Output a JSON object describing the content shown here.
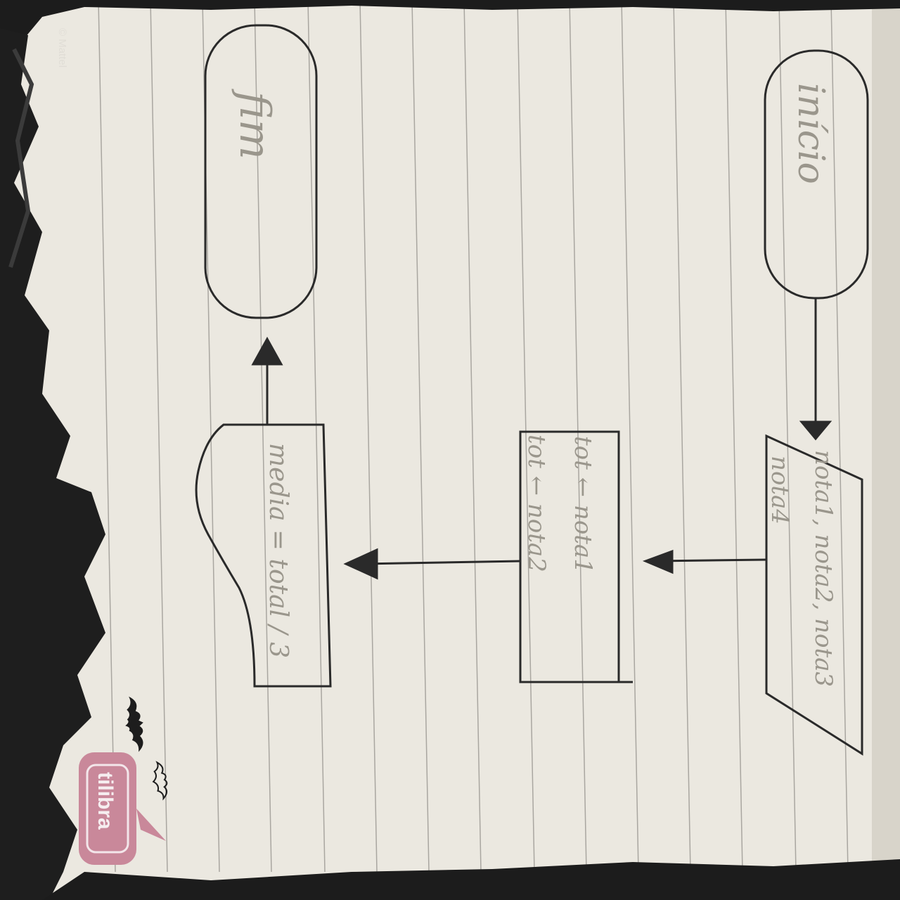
{
  "notebook": {
    "copyright": "© Mattel",
    "brand": "tilibra"
  },
  "flowchart": {
    "start_label": "início",
    "input_label_line1": "nota1, nota2, nota3",
    "input_label_line2": "nota4",
    "process_line1": "tot ← nota1",
    "process_line2": "tot ← nota2",
    "output_label": "media = total / 3",
    "end_label": "fim"
  },
  "colors": {
    "paper": "#e9e6de",
    "rule_line": "#a9a6a0",
    "ink": "#2a2a2a",
    "pencil": "#9a968c",
    "border": "#1c1c1c",
    "logo": "#c9889a"
  }
}
